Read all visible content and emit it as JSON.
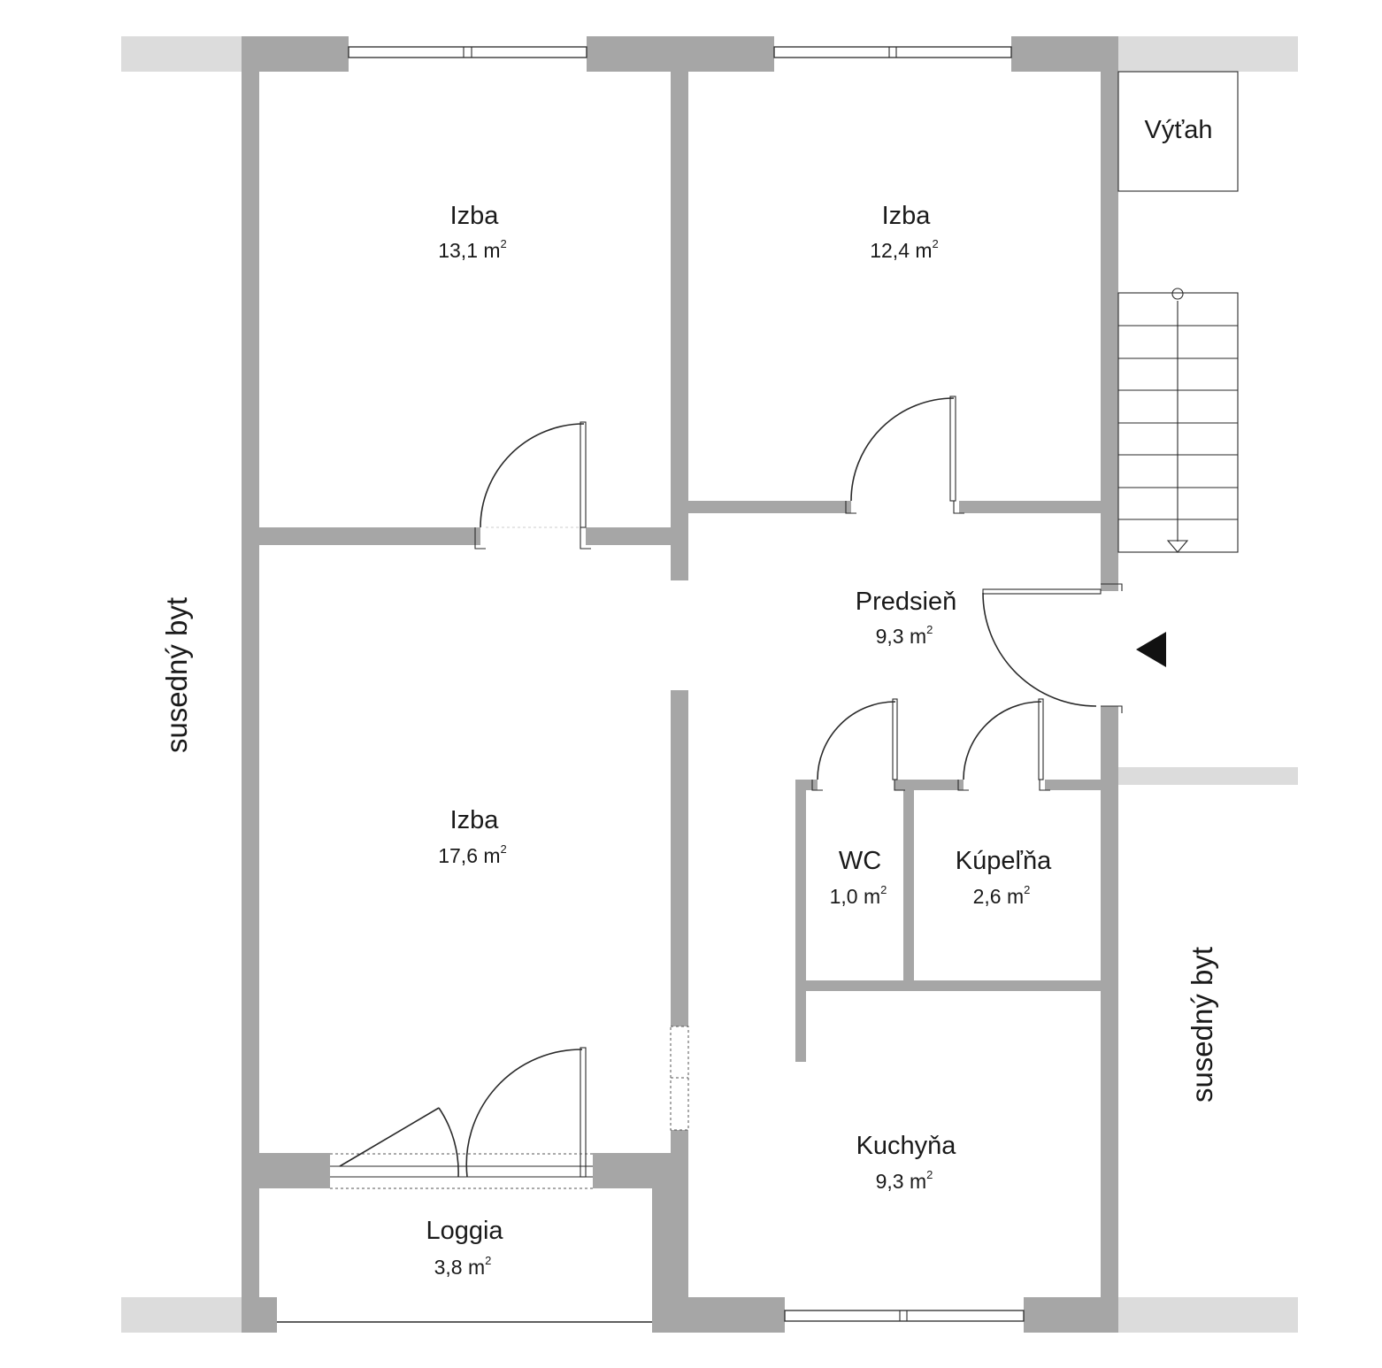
{
  "rooms": {
    "izba_1": {
      "name": "Izba",
      "area": "13,1 m",
      "unit_exp": "2"
    },
    "izba_2": {
      "name": "Izba",
      "area": "12,4 m",
      "unit_exp": "2"
    },
    "izba_3": {
      "name": "Izba",
      "area": "17,6 m",
      "unit_exp": "2"
    },
    "predsien": {
      "name": "Predsieň",
      "area": "9,3 m",
      "unit_exp": "2"
    },
    "wc": {
      "name": "WC",
      "area": "1,0 m",
      "unit_exp": "2"
    },
    "kupelna": {
      "name": "Kúpeľňa",
      "area": "2,6 m",
      "unit_exp": "2"
    },
    "kuchyna": {
      "name": "Kuchyňa",
      "area": "9,3 m",
      "unit_exp": "2"
    },
    "loggia": {
      "name": "Loggia",
      "area": "3,8 m",
      "unit_exp": "2"
    }
  },
  "labels": {
    "vytah": "Výťah",
    "neighbor_left": "susedný byt",
    "neighbor_right": "susedný byt"
  },
  "colors": {
    "wall": "#a6a6a6",
    "neighbor_wall": "#dcdcdc",
    "line": "#2a2a2a"
  }
}
